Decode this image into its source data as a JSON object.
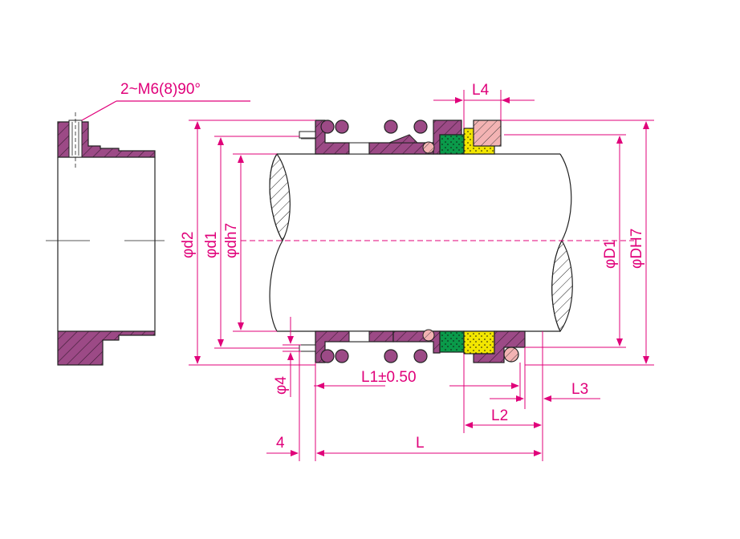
{
  "colors": {
    "dimension": "#e0007a",
    "seal_body": "#9c4a86",
    "outline": "#222222",
    "green_face": "#0a9a4a",
    "yellow_face": "#f2e600",
    "pink_ring": "#f3b3b3"
  },
  "labels": {
    "thread_note": "2~M6(8)90°",
    "L4": "L4",
    "d2": "φd2",
    "d1": "φd1",
    "dh7": "φdh7",
    "D1": "φD1",
    "DH7": "φDH7",
    "phi4": "φ4",
    "L1": "L1±0.50",
    "L3": "L3",
    "L2": "L2",
    "four": "4",
    "L": "L"
  }
}
